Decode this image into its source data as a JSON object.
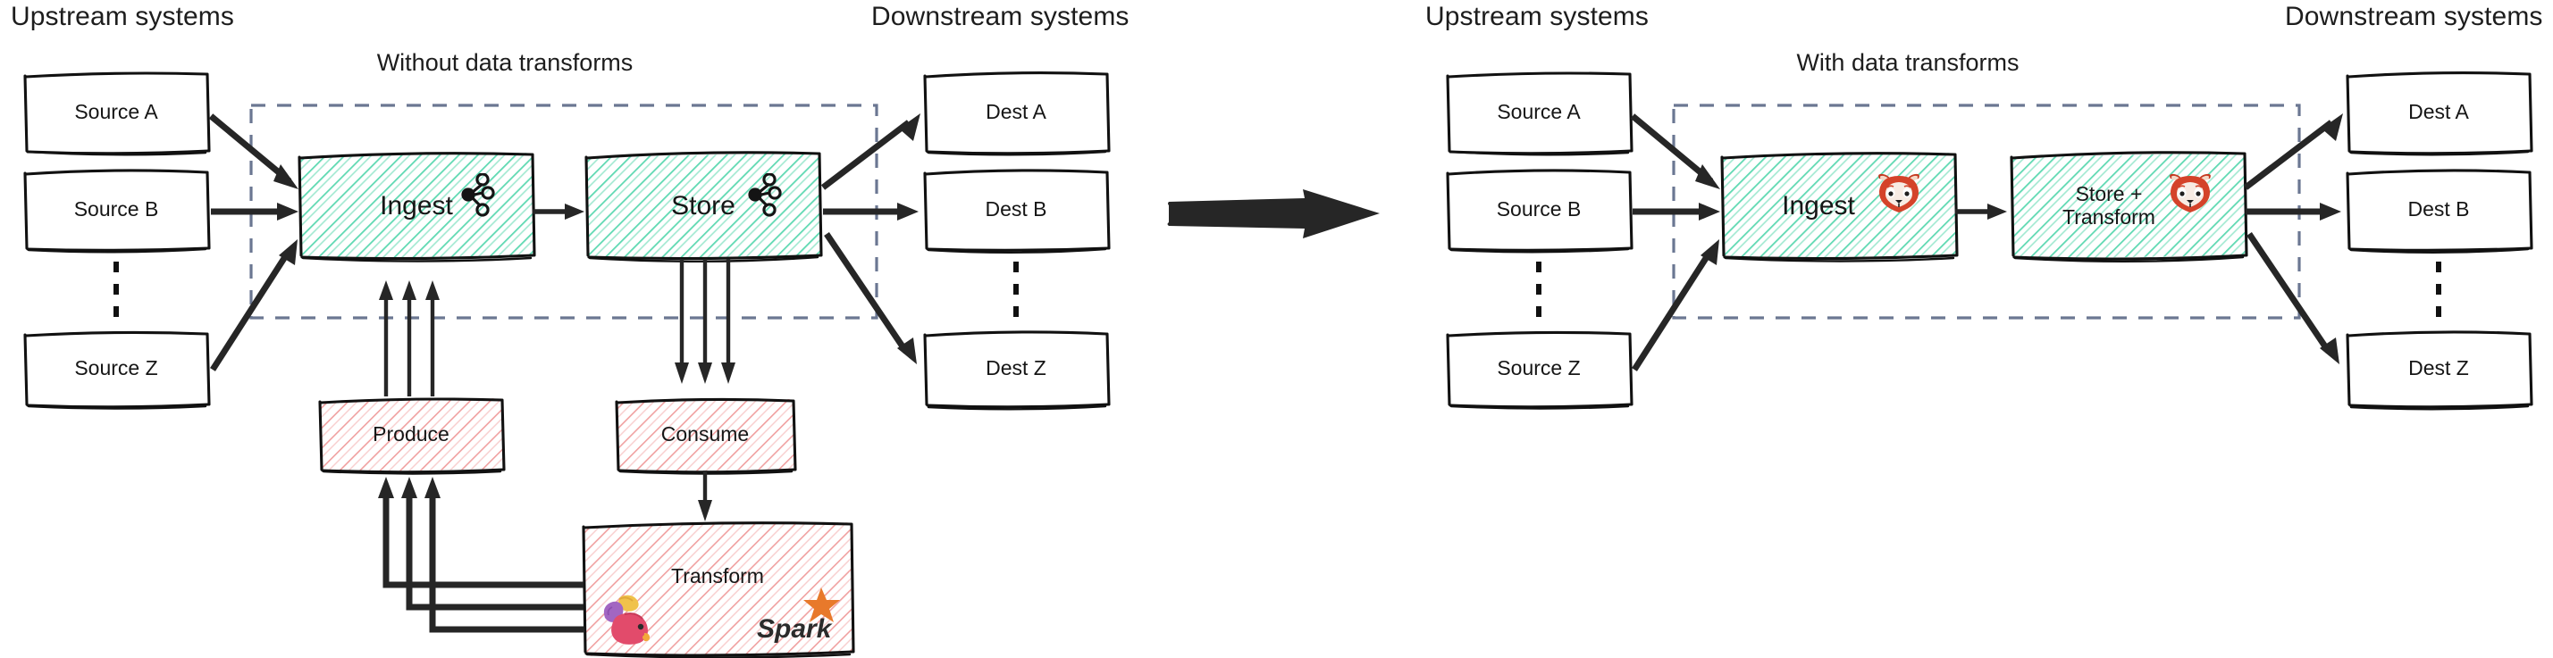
{
  "diagram": {
    "title_left": "Without data transforms",
    "title_right": "With data transforms",
    "upstream_label_left": "Upstream systems",
    "downstream_label_left": "Downstream systems",
    "upstream_label_right": "Upstream systems",
    "downstream_label_right": "Downstream systems",
    "colors": {
      "green_hatch": "#57d6ae",
      "red_hatch": "#ef8f8f",
      "boundary_dash": "#6b7792",
      "stroke": "#111111",
      "arrow": "#262626",
      "spark_orange": "#e8792b",
      "redpanda_red": "#d4432a"
    }
  },
  "left_panel": {
    "sources": [
      {
        "label": "Source A"
      },
      {
        "label": "Source B"
      },
      {
        "label": "Source Z"
      }
    ],
    "destinations": [
      {
        "label": "Dest A"
      },
      {
        "label": "Dest B"
      },
      {
        "label": "Dest Z"
      }
    ],
    "pipeline": [
      {
        "label": "Ingest",
        "icon": "kafka-icon"
      },
      {
        "label": "Store",
        "icon": "kafka-icon"
      }
    ],
    "external": [
      {
        "label": "Produce"
      },
      {
        "label": "Consume"
      }
    ],
    "transform": {
      "label": "Transform",
      "icons": [
        "flink-squirrel-icon",
        "spark-icon"
      ],
      "spark_wordmark": "Spark"
    }
  },
  "right_panel": {
    "sources": [
      {
        "label": "Source A"
      },
      {
        "label": "Source B"
      },
      {
        "label": "Source Z"
      }
    ],
    "destinations": [
      {
        "label": "Dest A"
      },
      {
        "label": "Dest B"
      },
      {
        "label": "Dest Z"
      }
    ],
    "pipeline": [
      {
        "label": "Ingest",
        "icon": "redpanda-icon"
      },
      {
        "label": "Store +\nTransform",
        "label_line1": "Store +",
        "label_line2": "Transform",
        "icon": "redpanda-icon"
      }
    ]
  },
  "transition": {
    "icon": "right-arrow-icon"
  }
}
